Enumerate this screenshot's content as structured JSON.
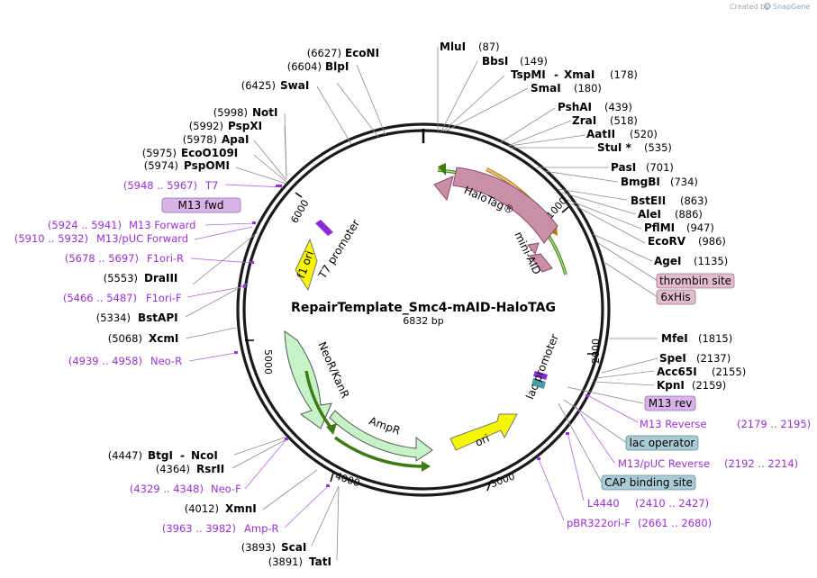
{
  "watermark": {
    "prefix": "Created by",
    "brand": "SnapGene"
  },
  "plasmid": {
    "name": "RepairTemplate_Smc4-mAID-HaloTAG",
    "length": "6832 bp"
  },
  "ticks": [
    "1000",
    "2000",
    "3000",
    "4000",
    "5000",
    "6000"
  ],
  "enzymes": [
    {
      "name": "EcoNI",
      "pos": "(6627)"
    },
    {
      "name": "BlpI",
      "pos": "(6604)"
    },
    {
      "name": "SwaI",
      "pos": "(6425)"
    },
    {
      "name": "NotI",
      "pos": "(5998)"
    },
    {
      "name": "PspXI",
      "pos": "(5992)"
    },
    {
      "name": "ApaI",
      "pos": "(5978)"
    },
    {
      "name": "EcoO109I",
      "pos": "(5975)"
    },
    {
      "name": "PspOMI",
      "pos": "(5974)"
    },
    {
      "name": "DraIII",
      "pos": "(5553)"
    },
    {
      "name": "BstAPI",
      "pos": "(5334)"
    },
    {
      "name": "XcmI",
      "pos": "(5068)"
    },
    {
      "name": "BtgI",
      "name2": "NcoI",
      "pos": "(4447)"
    },
    {
      "name": "RsrII",
      "pos": "(4364)"
    },
    {
      "name": "XmnI",
      "pos": "(4012)"
    },
    {
      "name": "ScaI",
      "pos": "(3893)"
    },
    {
      "name": "TatI",
      "pos": "(3891)"
    },
    {
      "name": "MluI",
      "pos": "(87)"
    },
    {
      "name": "BbsI",
      "pos": "(149)"
    },
    {
      "name": "TspMI",
      "name2": "XmaI",
      "pos": "(178)"
    },
    {
      "name": "SmaI",
      "pos": "(180)"
    },
    {
      "name": "PshAI",
      "pos": "(439)"
    },
    {
      "name": "ZraI",
      "pos": "(518)"
    },
    {
      "name": "AatII",
      "pos": "(520)"
    },
    {
      "name": "StuI *",
      "pos": "(535)"
    },
    {
      "name": "PasI",
      "pos": "(701)"
    },
    {
      "name": "BmgBI",
      "pos": "(734)"
    },
    {
      "name": "BstEII",
      "pos": "(863)"
    },
    {
      "name": "AleI",
      "pos": "(886)"
    },
    {
      "name": "PflMI",
      "pos": "(947)"
    },
    {
      "name": "EcoRV",
      "pos": "(986)"
    },
    {
      "name": "AgeI",
      "pos": "(1135)"
    },
    {
      "name": "MfeI",
      "pos": "(1815)"
    },
    {
      "name": "SpeI",
      "pos": "(2137)"
    },
    {
      "name": "Acc65I",
      "pos": "(2155)"
    },
    {
      "name": "KpnI",
      "pos": "(2159)"
    }
  ],
  "primers": [
    {
      "range": "(5948 .. 5967)",
      "name": "T7"
    },
    {
      "range": "(5924 .. 5941)",
      "name": "M13 Forward"
    },
    {
      "range": "(5910 .. 5932)",
      "name": "M13/pUC Forward"
    },
    {
      "range": "(5678 .. 5697)",
      "name": "F1ori-R"
    },
    {
      "range": "(5466 .. 5487)",
      "name": "F1ori-F"
    },
    {
      "range": "(4939 .. 4958)",
      "name": "Neo-R"
    },
    {
      "range": "(4329 .. 4348)",
      "name": "Neo-F"
    },
    {
      "range": "(3963 .. 3982)",
      "name": "Amp-R"
    },
    {
      "name": "M13 Reverse",
      "range": "(2179 .. 2195)"
    },
    {
      "name": "M13/pUC Reverse",
      "range": "(2192 .. 2214)"
    },
    {
      "name": "L4440",
      "range": "(2410 .. 2427)"
    },
    {
      "name": "pBR322ori-F",
      "range": "(2661 .. 2680)"
    }
  ],
  "boxes": [
    {
      "label": "M13 fwd",
      "color": "#d8b4e6"
    },
    {
      "label": "thrombin site",
      "color": "#e2bccc"
    },
    {
      "label": "6xHis",
      "color": "#e2bccc"
    },
    {
      "label": "M13 rev",
      "color": "#d8b4e6"
    },
    {
      "label": "lac operator",
      "color": "#a9cbd4"
    },
    {
      "label": "CAP binding site",
      "color": "#a9cbd4"
    }
  ],
  "features": [
    {
      "label": "HaloTag®",
      "color": "#c98fa8"
    },
    {
      "label": "mini-AID",
      "color": "#c98fa8"
    },
    {
      "label": "T7 promoter",
      "color": "#ffffff"
    },
    {
      "label": "f1 ori",
      "color": "#f5f500"
    },
    {
      "label": "NeoR/KanR",
      "color": "#c6f3c6"
    },
    {
      "label": "AmpR",
      "color": "#c6f3c6"
    },
    {
      "label": "ori",
      "color": "#f5f500"
    },
    {
      "label": "lac promoter",
      "color": "#ffffff"
    }
  ]
}
